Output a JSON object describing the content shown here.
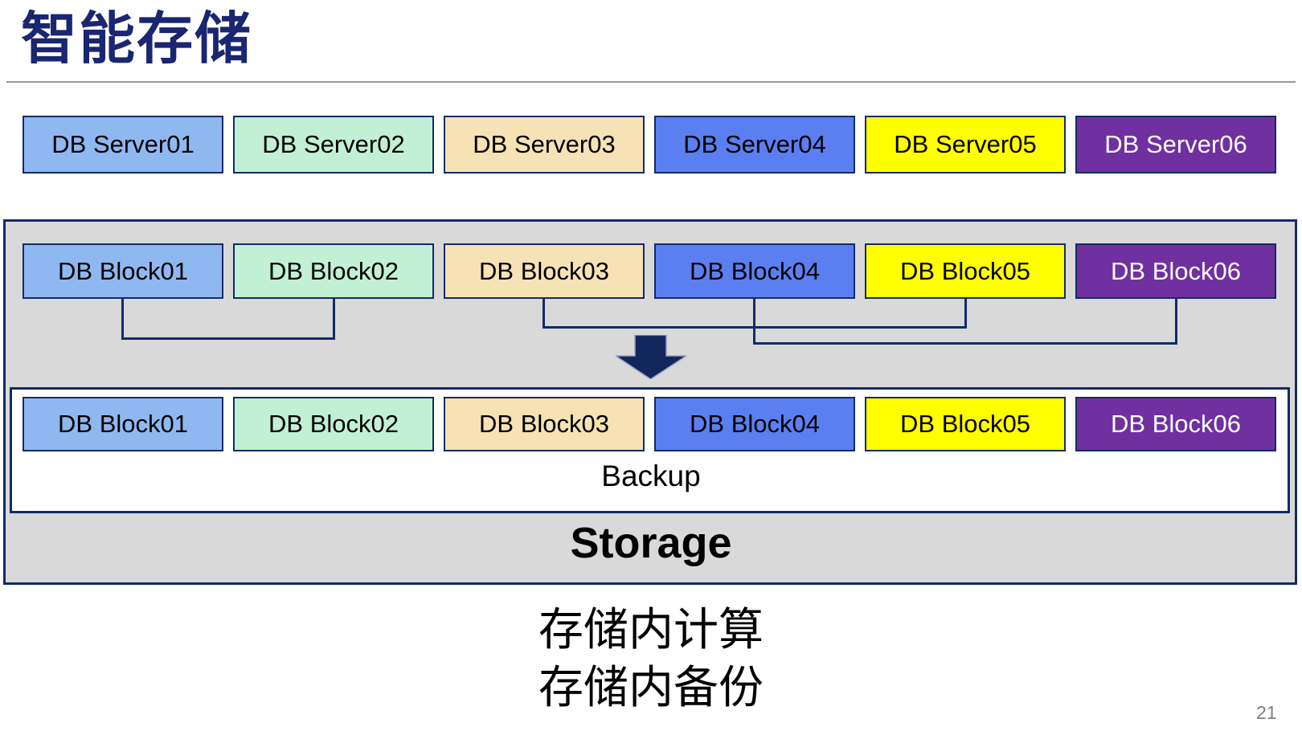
{
  "slide": {
    "title": "智能存储",
    "page_number": "21",
    "caption_line1": "存储内计算",
    "caption_line2": "存储内备份"
  },
  "servers": {
    "items": [
      "DB Server01",
      "DB Server02",
      "DB Server03",
      "DB Server04",
      "DB Server05",
      "DB Server06"
    ]
  },
  "storage_unit": {
    "blocks_top": [
      "DB Block01",
      "DB Block02",
      "DB Block03",
      "DB Block04",
      "DB Block05",
      "DB Block06"
    ],
    "blocks_bottom": [
      "DB Block01",
      "DB Block02",
      "DB Block03",
      "DB Block04",
      "DB Block05",
      "DB Block06"
    ],
    "connector_pairs": [
      [
        1,
        2
      ],
      [
        3,
        5
      ],
      [
        4,
        6
      ]
    ],
    "backup_label": "Backup",
    "storage_label": "Storage"
  },
  "colors": {
    "box_fills": [
      "#8FB8F0",
      "#C2F0D4",
      "#F7E2B5",
      "#5B7FF0",
      "#FFFF00",
      "#7030A0"
    ],
    "box_text_colors": [
      "#000000",
      "#000000",
      "#000000",
      "#000000",
      "#000000",
      "#FFFFFF"
    ],
    "border_navy": "#142B66",
    "container_gray": "#D9D9D9",
    "title_navy": "#1B2671",
    "divider_gray": "#999999",
    "page_number_gray": "#808080"
  }
}
